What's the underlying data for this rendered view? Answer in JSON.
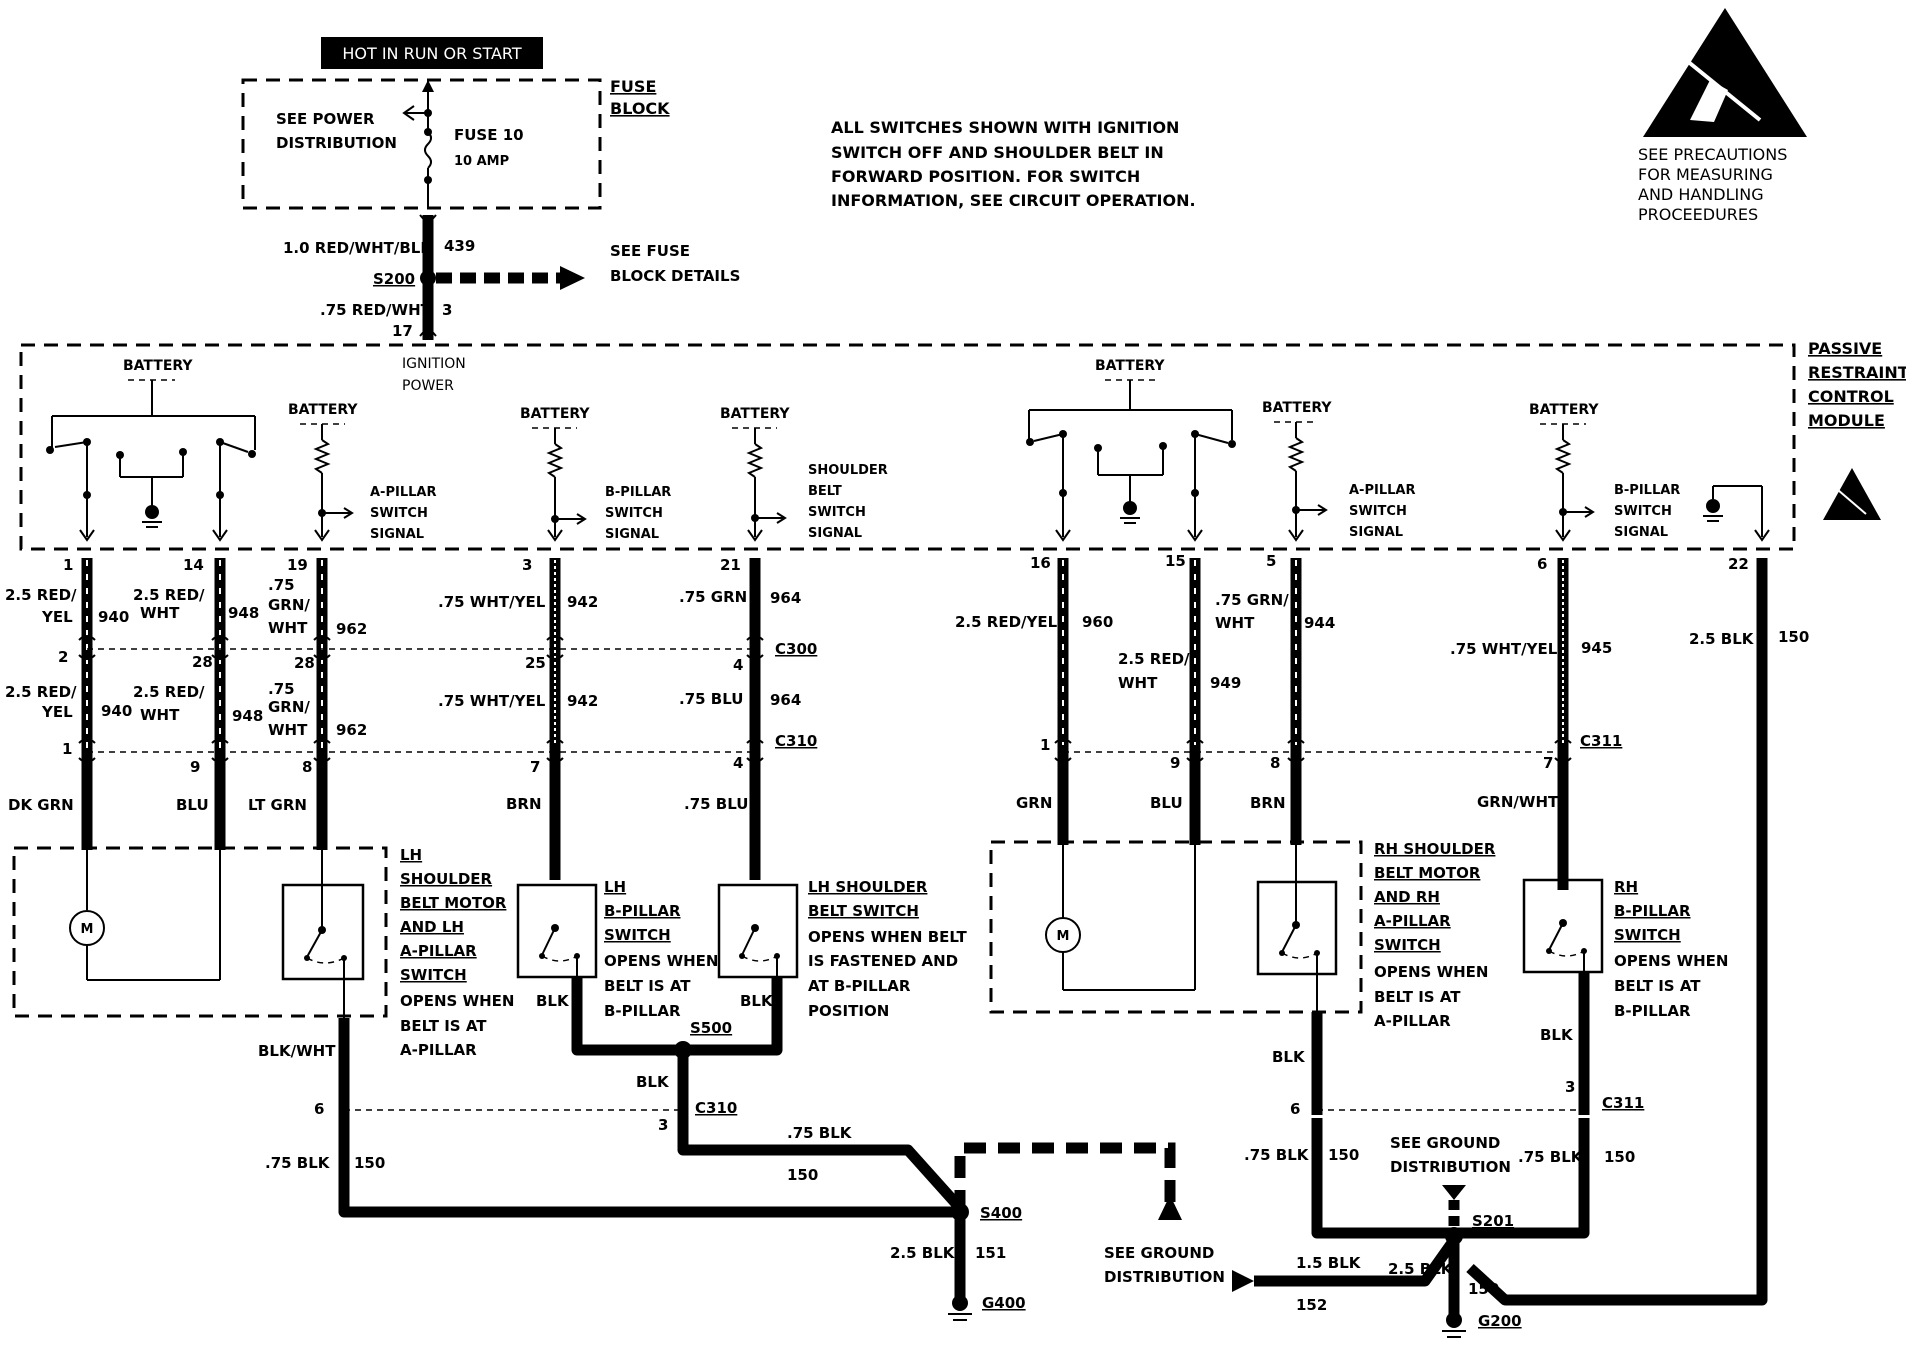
{
  "top": {
    "hot_label": "HOT IN RUN OR START",
    "see_power": [
      "SEE POWER",
      "DISTRIBUTION"
    ],
    "fuse_name": "FUSE 10",
    "fuse_amp": "10 AMP",
    "fuse_block": [
      "FUSE",
      "BLOCK"
    ],
    "w_top": "1.0 RED/WHT/BLK",
    "w_top_num": "439",
    "s200": "S200",
    "see_fuse": [
      "SEE FUSE",
      "BLOCK DETAILS"
    ],
    "w_bot": ".75 RED/WHT",
    "w_bot_num": "3",
    "pin17": "17",
    "ign": [
      "IGNITION",
      "POWER"
    ]
  },
  "note": [
    "ALL SWITCHES SHOWN WITH IGNITION",
    "SWITCH OFF AND SHOULDER BELT IN",
    "FORWARD POSITION.  FOR SWITCH",
    "INFORMATION, SEE CIRCUIT OPERATION."
  ],
  "esd": [
    "SEE PRECAUTIONS",
    "FOR MEASURING",
    "AND HANDLING",
    "PROCEEDURES"
  ],
  "module": [
    "PASSIVE",
    "RESTRAINT",
    "CONTROL",
    "MODULE"
  ],
  "labels": {
    "battery": "BATTERY",
    "a_pillar_sig": [
      "A-PILLAR",
      "SWITCH",
      "SIGNAL"
    ],
    "b_pillar_sig": [
      "B-PILLAR",
      "SWITCH",
      "SIGNAL"
    ],
    "shoulder_sig": [
      "SHOULDER",
      "BELT",
      "SWITCH",
      "SIGNAL"
    ]
  },
  "pins_top": [
    "1",
    "14",
    "19",
    "3",
    "21",
    "16",
    "15",
    "5",
    "6",
    "22"
  ],
  "pins_mid": [
    "2",
    "28",
    "28",
    "25",
    "4"
  ],
  "pins_c310": [
    "1",
    "9",
    "8",
    "7",
    "4",
    "1",
    "9",
    "8",
    "7"
  ],
  "wires": {
    "w1a": [
      "2.5 RED/",
      "YEL"
    ],
    "n1a": "940",
    "w2a": [
      "2.5 RED/",
      "WHT"
    ],
    "n2a": "948",
    "w3a": [
      ".75",
      "GRN/",
      "WHT"
    ],
    "n3a": "962",
    "w4a": ".75 WHT/YEL",
    "n4a": "942",
    "w5a": ".75 GRN",
    "n5a": "964",
    "w1b": [
      "2.5 RED/",
      "YEL"
    ],
    "n1b": "940",
    "w2b": [
      "2.5 RED/",
      "WHT"
    ],
    "n2b": "948",
    "w3b": [
      ".75",
      "GRN/",
      "WHT"
    ],
    "n3b": "962",
    "w4b": ".75 WHT/YEL",
    "n4b": "942",
    "w5b": ".75 BLU",
    "n5b": "964",
    "r1": "2.5 RED/YEL",
    "rn1": "960",
    "r2": [
      "2.5 RED/",
      "WHT"
    ],
    "rn2": "949",
    "r3": [
      ".75 GRN/",
      "WHT"
    ],
    "rn3": "944",
    "r4": ".75 WHT/YEL",
    "rn4": "945",
    "r5": "2.5 BLK",
    "rn5": "150"
  },
  "colors": [
    "DK GRN",
    "BLU",
    "LT GRN",
    "BRN",
    ".75 BLU",
    "GRN",
    "BLU",
    "BRN",
    "GRN/WHT"
  ],
  "connectors": {
    "c300": "C300",
    "c310": "C310",
    "c311": "C311",
    "s500": "S500",
    "s400": "S400",
    "s201": "S201",
    "g400": "G400",
    "g200": "G200"
  },
  "lh_motor": [
    "LH",
    "SHOULDER",
    "BELT MOTOR",
    "AND LH",
    "A-PILLAR",
    "SWITCH"
  ],
  "lh_motor_note": [
    "OPENS WHEN",
    "BELT IS AT",
    "A-PILLAR"
  ],
  "lh_bp": [
    "LH",
    "B-PILLAR",
    "SWITCH"
  ],
  "lh_bp_note": [
    "OPENS WHEN",
    "BELT IS AT",
    "B-PILLAR"
  ],
  "lh_sh": [
    "LH SHOULDER",
    "BELT SWITCH"
  ],
  "lh_sh_note": [
    "OPENS WHEN BELT",
    "IS FASTENED AND",
    "AT B-PILLAR",
    "POSITION"
  ],
  "rh_motor": [
    "RH SHOULDER",
    "BELT MOTOR",
    "AND RH",
    "A-PILLAR",
    "SWITCH"
  ],
  "rh_motor_note": [
    "OPENS WHEN",
    "BELT IS AT",
    "A-PILLAR"
  ],
  "rh_bp": [
    "RH",
    "B-PILLAR",
    "SWITCH"
  ],
  "rh_bp_note": [
    "OPENS WHEN",
    "BELT IS AT",
    "B-PILLAR"
  ],
  "motor_m": "M",
  "ground": {
    "blk": "BLK",
    "blkwht": "BLK/WHT",
    "b75": ".75 BLK",
    "n150": "150",
    "b25": "2.5 BLK",
    "n151": "151",
    "b15": "1.5 BLK",
    "n152": "152",
    "pin6": "6",
    "pin3": "3",
    "see_gnd": [
      "SEE GROUND",
      "DISTRIBUTION"
    ]
  }
}
